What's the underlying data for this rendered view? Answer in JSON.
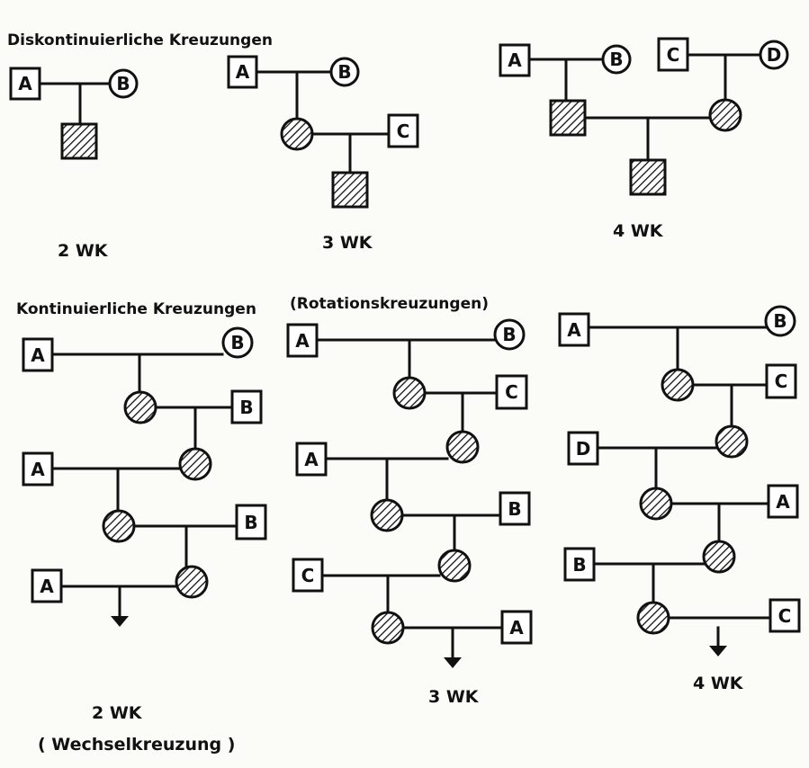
{
  "sections": {
    "discontinuous": {
      "title": "Diskontinuierliche Kreuzungen"
    },
    "continuous": {
      "title": "Kontinuierliche Kreuzungen",
      "subtitle": "(Rotationskreuzungen)"
    }
  },
  "captions": {
    "d2": "2 WK",
    "d3": "3 WK",
    "d4": "4 WK",
    "c2": "2 WK",
    "c2_note": "( Wechselkreuzung )",
    "c3": "3 WK",
    "c4": "4 WK"
  },
  "parents": {
    "d2_a": "A",
    "d2_b": "B",
    "d3_a": "A",
    "d3_b": "B",
    "d3_c": "C",
    "d4_a": "A",
    "d4_b": "B",
    "d4_c": "C",
    "d4_d": "D",
    "c2_a1": "A",
    "c2_b1": "B",
    "c2_b2": "B",
    "c2_a2": "A",
    "c2_b3": "B",
    "c2_a3": "A",
    "c3_a1": "A",
    "c3_b1": "B",
    "c3_c1": "C",
    "c3_a2": "A",
    "c3_b2": "B",
    "c3_c2": "C",
    "c3_a3": "A",
    "c4_a1": "A",
    "c4_b1": "B",
    "c4_c1": "C",
    "c4_d1": "D",
    "c4_a2": "A",
    "c4_b2": "B",
    "c4_c2": "C"
  },
  "colors": {
    "ink": "#111111",
    "paper": "#fbfbf8"
  }
}
